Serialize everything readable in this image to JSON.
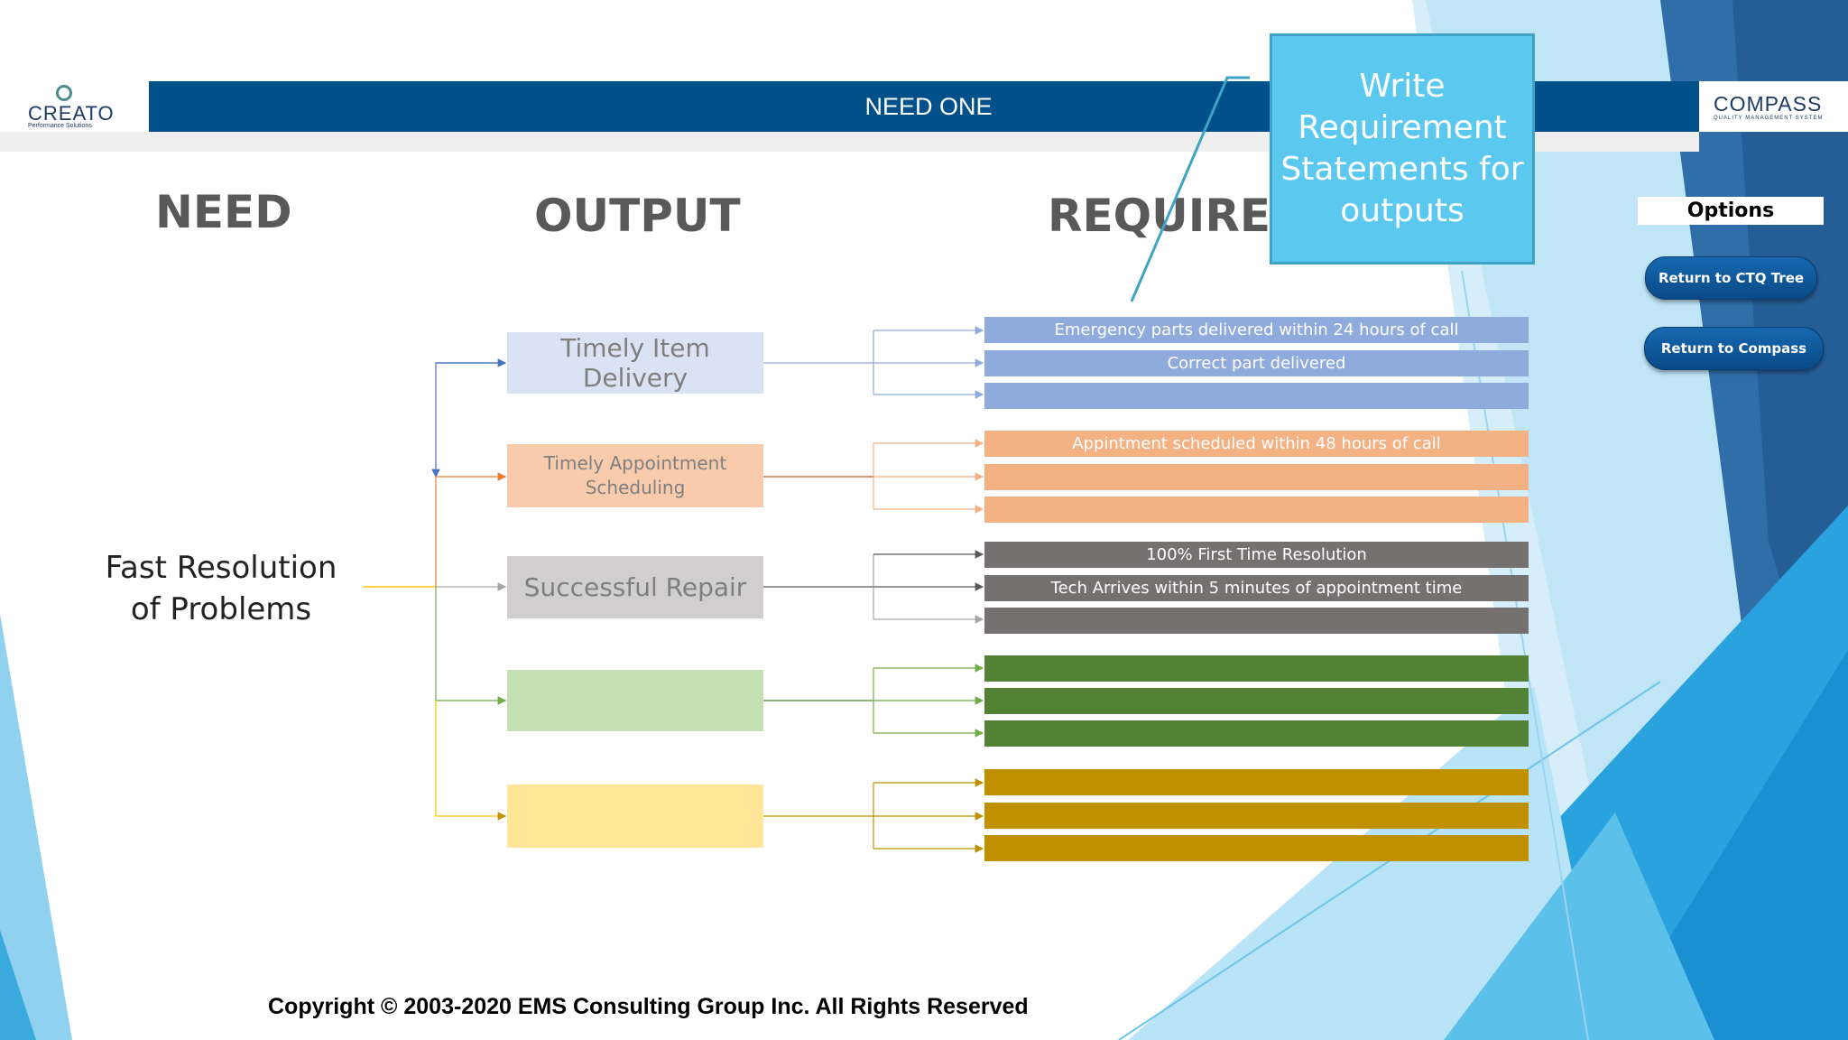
{
  "header": {
    "title": "NEED ONE",
    "left_logo": "CREATO",
    "left_logo_sub": "Performance Solutions",
    "right_logo": "COMPASS",
    "right_logo_sub": "QUALITY MANAGEMENT SYSTEM"
  },
  "headings": {
    "need": "NEED",
    "output": "OUTPUT",
    "requirement": "REQUIREMENT"
  },
  "callout": {
    "text": "Write Requirement Statements for outputs"
  },
  "options": {
    "label": "Options",
    "return_ctq": "Return to CTQ Tree",
    "return_compass": "Return to Compass"
  },
  "need": {
    "text": "Fast Resolution of Problems"
  },
  "outputs": [
    {
      "label": "Timely Item Delivery",
      "fill": "#dae3f3",
      "text_color": "#7f7f7f",
      "line": "#4472c4",
      "requirements": [
        "Emergency parts delivered within 24 hours of call",
        "Correct part delivered",
        ""
      ],
      "req_color": "#8faadc"
    },
    {
      "label": "Timely Appointment Scheduling",
      "fill": "#f8cbad",
      "text_color": "#7f7f7f",
      "line": "#ed7d31",
      "requirements": [
        "Appintment scheduled within 48 hours of call",
        "",
        ""
      ],
      "req_color": "#f4b183"
    },
    {
      "label": "Successful Repair",
      "fill": "#d0cece",
      "text_color": "#7f7f7f",
      "line": "#595959",
      "requirements": [
        "100% First Time Resolution",
        "Tech Arrives within 5 minutes of appointment time",
        ""
      ],
      "req_color": "#767171"
    },
    {
      "label": "",
      "fill": "#c5e0b4",
      "text_color": "#7f7f7f",
      "line": "#70ad47",
      "requirements": [
        "",
        "",
        ""
      ],
      "req_color": "#548235"
    },
    {
      "label": "",
      "fill": "#ffe699",
      "text_color": "#7f7f7f",
      "line": "#bf9000",
      "requirements": [
        "",
        "",
        ""
      ],
      "req_color": "#bf9000"
    }
  ],
  "footer": {
    "copyright": "Copyright © 2003-2020 EMS Consulting Group Inc. All Rights Reserved"
  }
}
